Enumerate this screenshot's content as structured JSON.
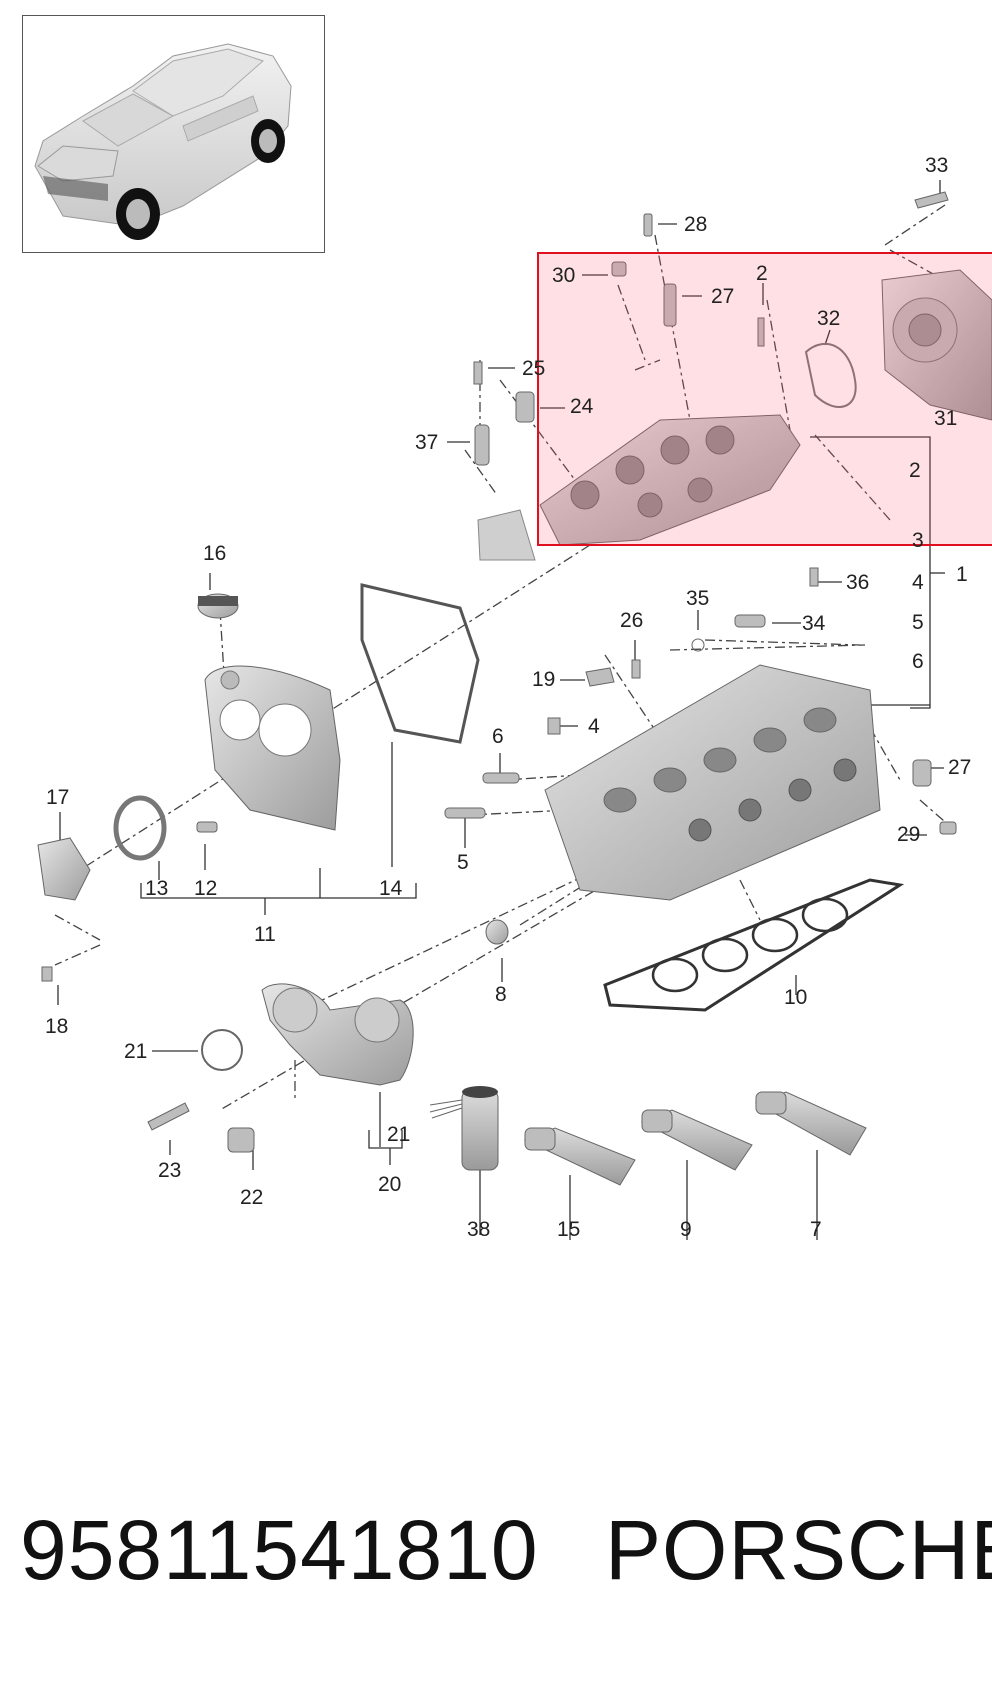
{
  "callouts": [
    "33",
    "28",
    "30",
    "27",
    "2",
    "32",
    "25",
    "24",
    "37",
    "31",
    "2",
    "3",
    "1",
    "4",
    "5",
    "6",
    "16",
    "36",
    "35",
    "34",
    "26",
    "19",
    "4",
    "6",
    "27",
    "17",
    "12",
    "13",
    "14",
    "5",
    "29",
    "11",
    "8",
    "10",
    "18",
    "21",
    "23",
    "22",
    "21",
    "20",
    "38",
    "15",
    "9",
    "7"
  ],
  "footer": {
    "part_number": "95811541810",
    "brand": "PORSCHE"
  },
  "colors": {
    "highlight_fill": "#ff5a6e",
    "highlight_border": "#e01020",
    "part_gray": "#c8c8c8",
    "line": "#333333"
  }
}
